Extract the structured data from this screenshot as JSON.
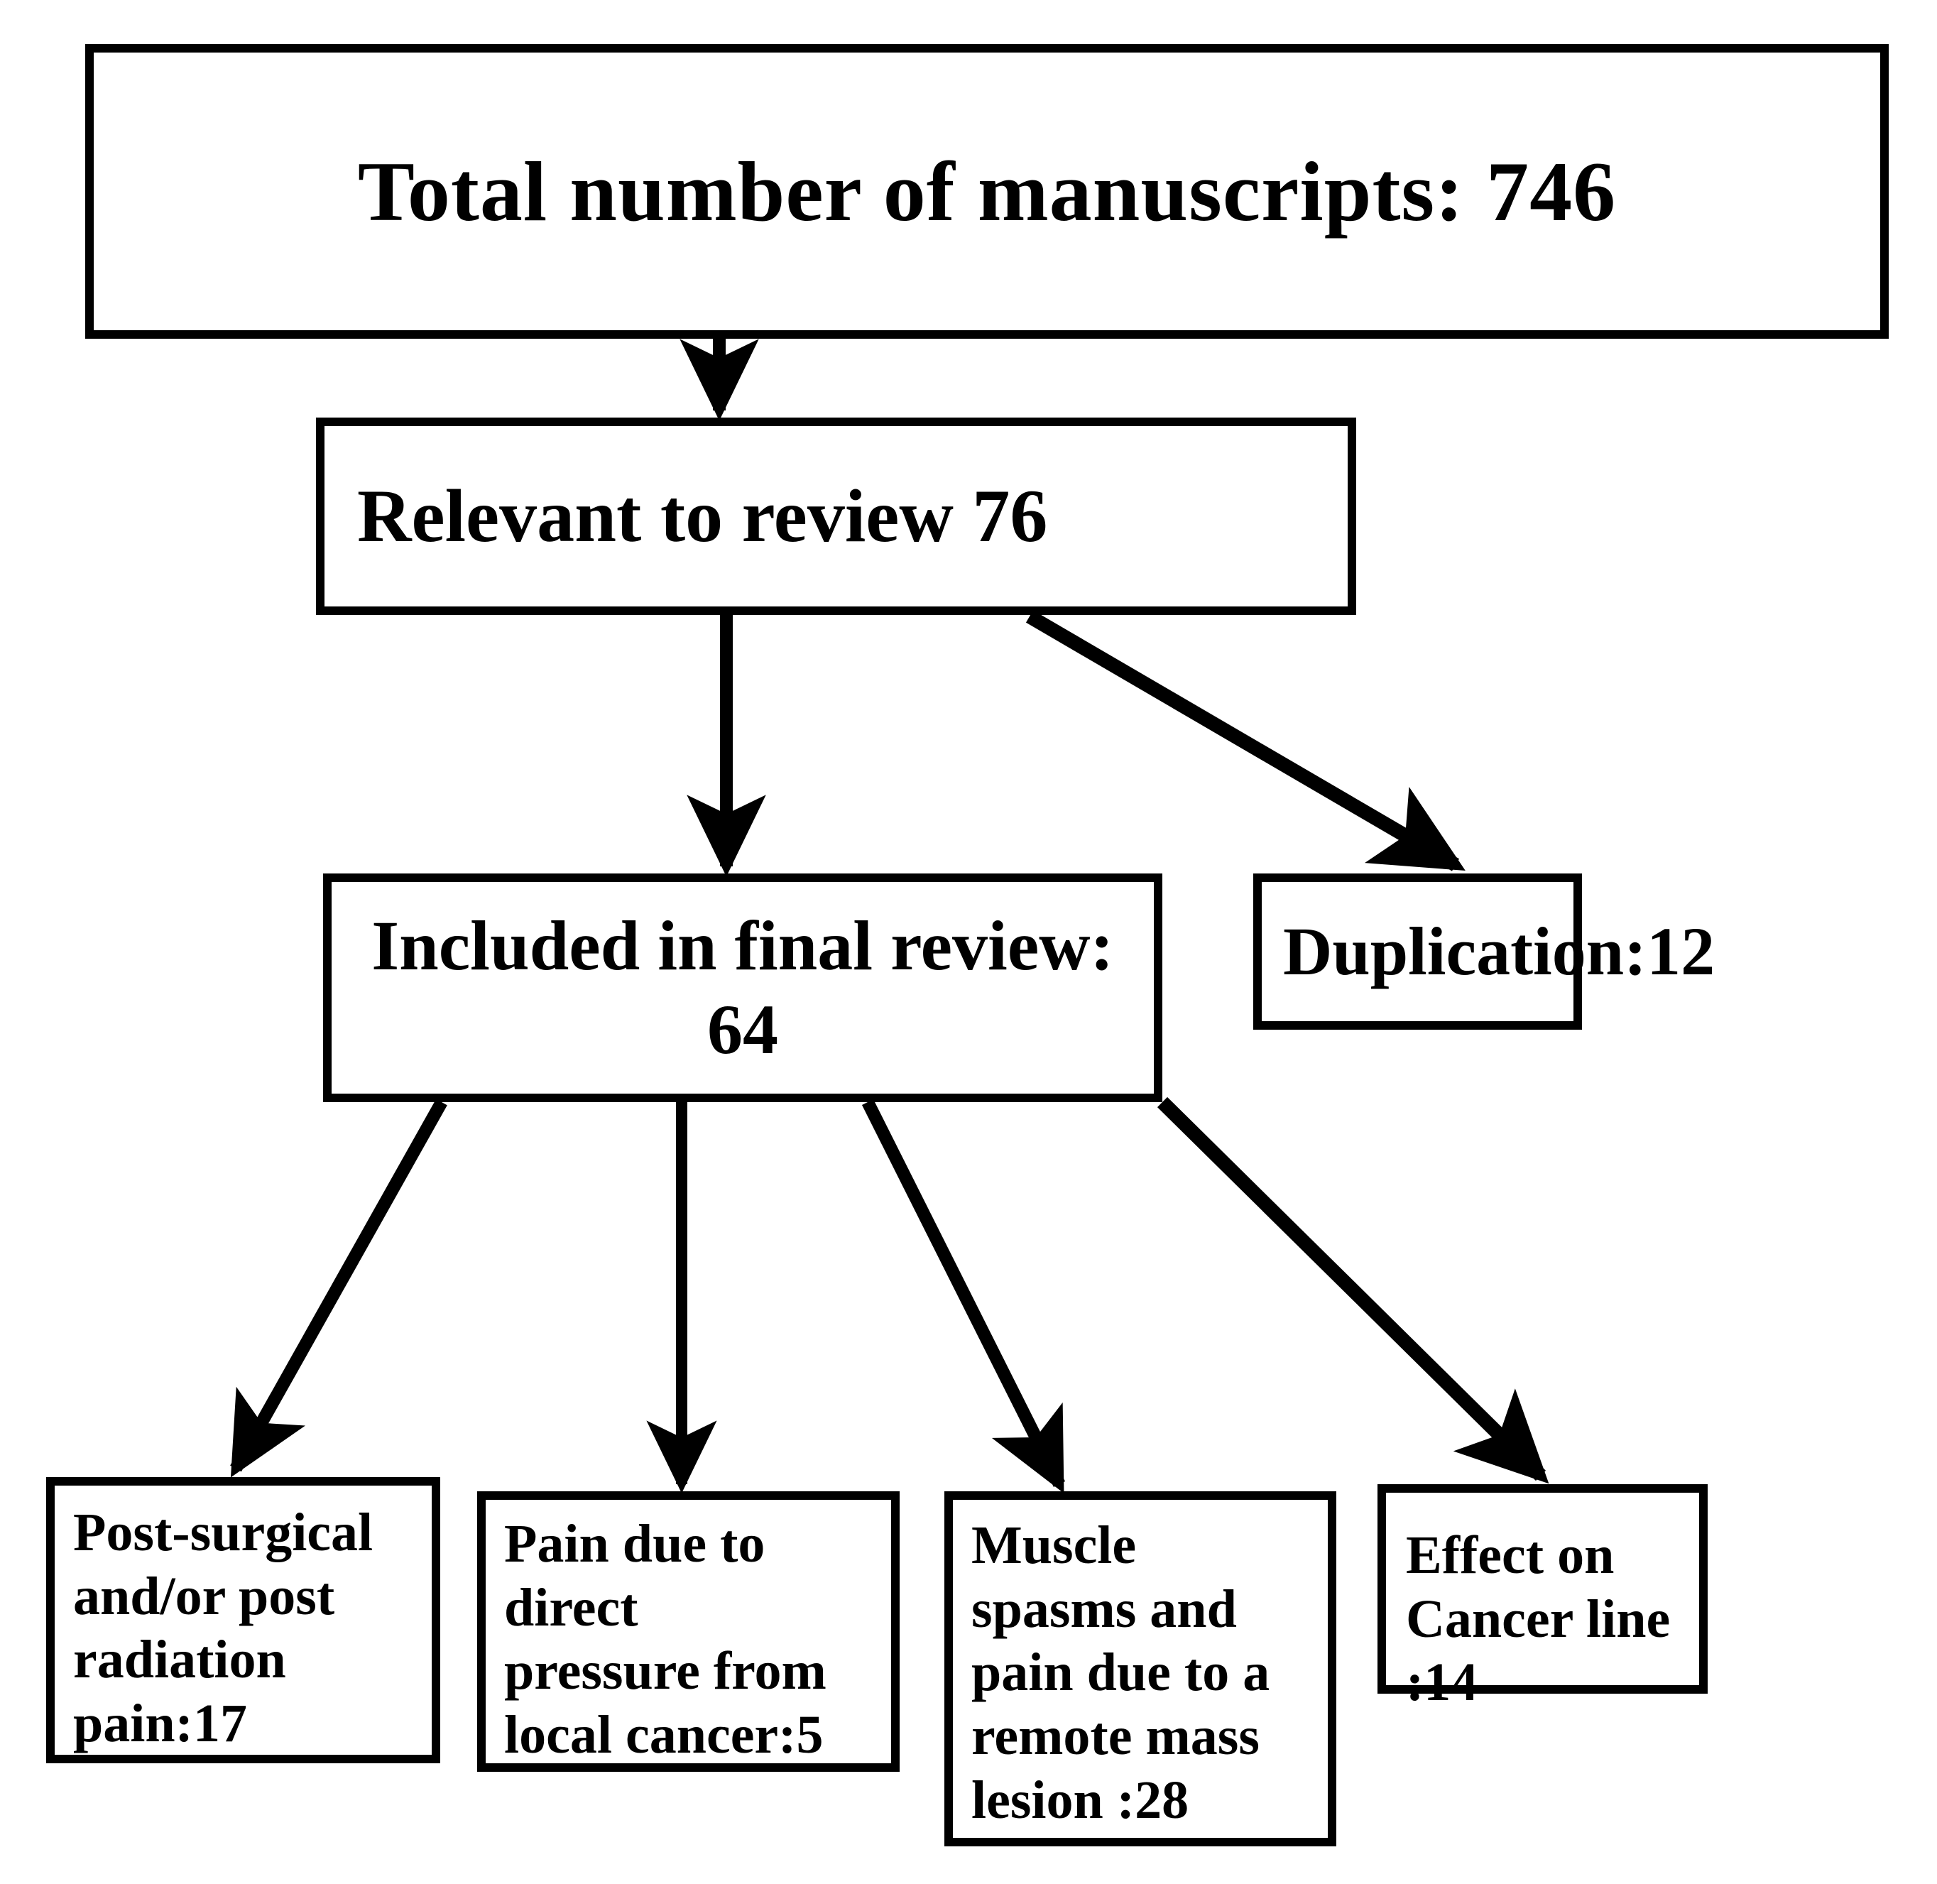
{
  "diagram": {
    "title": "Manuscript selection flowchart",
    "type": "flowchart",
    "orientation": "top-down",
    "background_color": "#ffffff",
    "line_color": "#000000",
    "text_color": "#000000"
  },
  "nodes": {
    "total": {
      "id": "total",
      "label": "Total number of manuscripts: 746",
      "count": 746,
      "align": "center"
    },
    "relevant": {
      "id": "relevant",
      "label": "Relevant to review 76",
      "count": 76,
      "align": "left"
    },
    "included": {
      "id": "included",
      "label": "Included in final review:\n64",
      "count": 64,
      "align": "center"
    },
    "duplication": {
      "id": "duplication",
      "label": "Duplication:12",
      "count": 12,
      "align": "left"
    },
    "post_surgical": {
      "id": "post_surgical",
      "label": "Post-surgical\nand/or post\nradiation\npain:17",
      "count": 17,
      "align": "left"
    },
    "direct_pressure": {
      "id": "direct_pressure",
      "label": "Pain due to\ndirect\npressure from\nlocal cancer:5",
      "count": 5,
      "align": "left"
    },
    "muscle_spasms": {
      "id": "muscle_spasms",
      "label": "Muscle\nspasms and\npain due to a\nremote mass\nlesion :28",
      "count": 28,
      "align": "left"
    },
    "cancer_line": {
      "id": "cancer_line",
      "label": "Effect on\nCancer line :14",
      "count": 14,
      "align": "left"
    }
  },
  "edges": [
    {
      "from": "total",
      "to": "relevant",
      "style": "straight-vertical",
      "arrowhead": true
    },
    {
      "from": "relevant",
      "to": "included",
      "style": "straight-vertical",
      "arrowhead": true
    },
    {
      "from": "relevant",
      "to": "duplication",
      "style": "diagonal",
      "arrowhead": true
    },
    {
      "from": "included",
      "to": "post_surgical",
      "style": "diagonal",
      "arrowhead": true
    },
    {
      "from": "included",
      "to": "direct_pressure",
      "style": "straight-vertical",
      "arrowhead": true
    },
    {
      "from": "included",
      "to": "muscle_spasms",
      "style": "diagonal",
      "arrowhead": true
    },
    {
      "from": "included",
      "to": "cancer_line",
      "style": "diagonal",
      "arrowhead": true
    }
  ]
}
